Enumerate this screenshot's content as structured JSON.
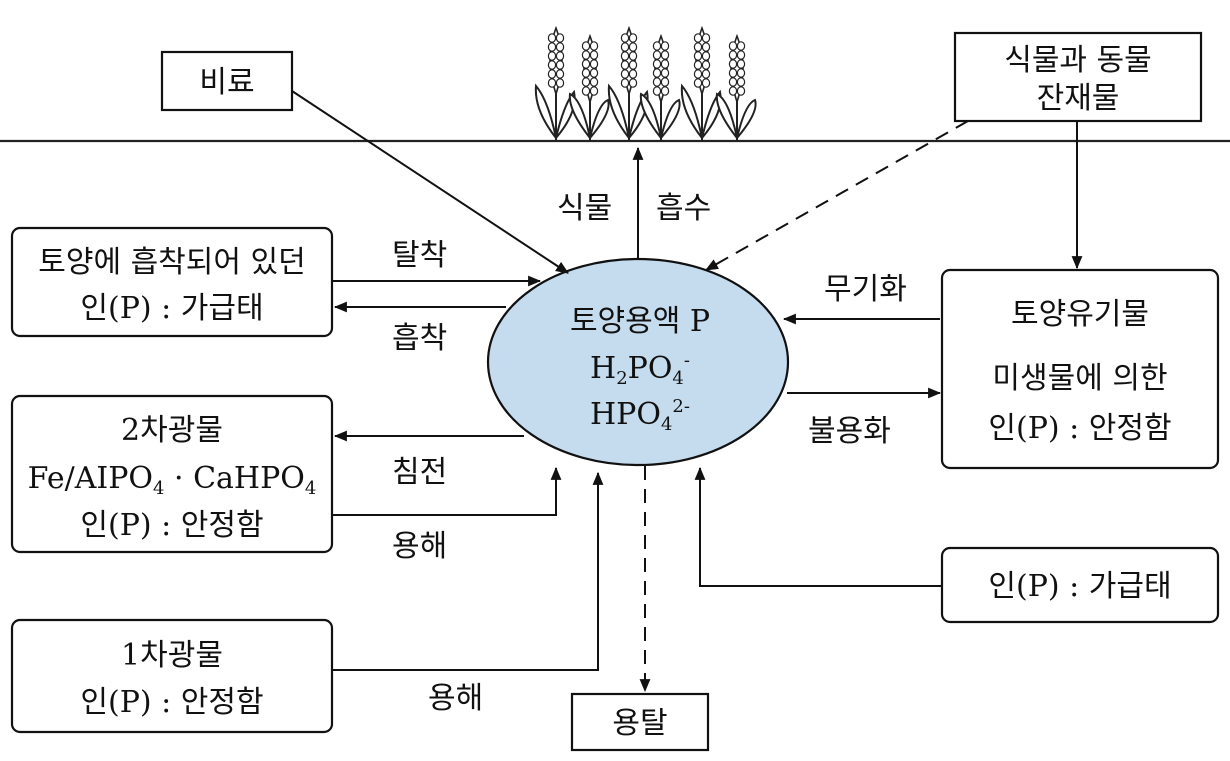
{
  "nodes": {
    "fertilizer": "비료",
    "residue_line1": "식물과 동물",
    "residue_line2": "잔재물",
    "adsorbed_line1": "토양에 흡착되어 있던",
    "adsorbed_line2": "인(P) : 가급태",
    "secondary_line1": "2차광물",
    "secondary_line2_main": "Fe/AIPO",
    "secondary_line2_sub1": "4",
    "secondary_line2_mid": " · CaHPO",
    "secondary_line2_sub2": "4",
    "secondary_line3": "인(P) : 안정함",
    "primary_line1": "1차광물",
    "primary_line2": "인(P) : 안정함",
    "organic_line1": "토양유기물",
    "organic_line2": "미생물에 의한",
    "organic_line3": "인(P) : 안정함",
    "available": "인(P) : 가급태",
    "leaching": "용탈"
  },
  "center": {
    "title": "토양용액 P",
    "h2po4_a": "H",
    "h2po4_sub": "2",
    "h2po4_b": "PO",
    "h2po4_sub2": "4",
    "h2po4_sup": "-",
    "hpo4_a": "HPO",
    "hpo4_sub": "4",
    "hpo4_sup": "2-"
  },
  "labels": {
    "plant_uptake_1": "식물",
    "plant_uptake_2": "흡수",
    "desorption": "탈착",
    "adsorption": "흡착",
    "mineralization": "무기화",
    "immobilization": "불용화",
    "precipitation": "침전",
    "dissolution_secondary": "용해",
    "dissolution_primary": "용해"
  },
  "colors": {
    "solution_fill": "#c5dcef",
    "line": "#111111"
  }
}
